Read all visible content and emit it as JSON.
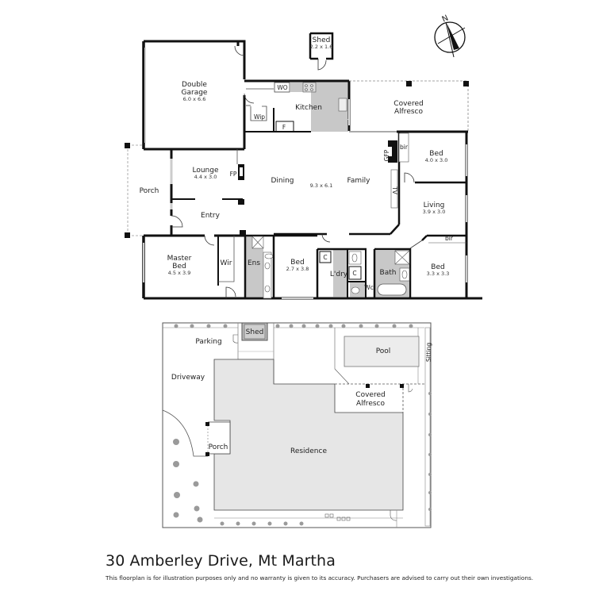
{
  "property": {
    "title": "30 Amberley Drive, Mt Martha",
    "disclaimer": "This floorplan is for illustration purposes only and no warranty is given to its accuracy. Purchasers are advised to carry out their own investigations."
  },
  "compass": {
    "label": "N",
    "icon": "north-arrow-icon"
  },
  "floorplan": {
    "rooms": [
      {
        "id": "double-garage",
        "name_line1": "Double",
        "name_line2": "Garage",
        "dims": "6.0 x 6.6"
      },
      {
        "id": "shed",
        "name": "Shed",
        "dims": "2.2 x 1.6"
      },
      {
        "id": "kitchen",
        "name": "Kitchen"
      },
      {
        "id": "wo",
        "name": "WO"
      },
      {
        "id": "wip",
        "name": "Wip"
      },
      {
        "id": "fridge",
        "name": "F"
      },
      {
        "id": "covered-alfresco",
        "name_line1": "Covered",
        "name_line2": "Alfresco"
      },
      {
        "id": "lounge",
        "name": "Lounge",
        "dims": "4.4 x 3.0"
      },
      {
        "id": "fp",
        "name": "FP"
      },
      {
        "id": "porch",
        "name": "Porch"
      },
      {
        "id": "entry",
        "name": "Entry"
      },
      {
        "id": "dining",
        "name": "Dining"
      },
      {
        "id": "dining-family-dims",
        "dims": "9.3 x 6.1"
      },
      {
        "id": "family",
        "name": "Family"
      },
      {
        "id": "gfp",
        "name": "GFP"
      },
      {
        "id": "tv",
        "name": "TV"
      },
      {
        "id": "bir-1",
        "name": "bir"
      },
      {
        "id": "bed-1",
        "name": "Bed",
        "dims": "4.0 x 3.0"
      },
      {
        "id": "living",
        "name": "Living",
        "dims": "3.9 x 3.0"
      },
      {
        "id": "bir-2",
        "name": "bir"
      },
      {
        "id": "bed-2",
        "name": "Bed",
        "dims": "3.3 x 3.3"
      },
      {
        "id": "master-bed",
        "name_line1": "Master",
        "name_line2": "Bed",
        "dims": "4.5 x 3.9"
      },
      {
        "id": "wir",
        "name": "Wir"
      },
      {
        "id": "ens",
        "name": "Ens"
      },
      {
        "id": "bed-3",
        "name": "Bed",
        "dims": "2.7 x 3.8"
      },
      {
        "id": "ldry",
        "name": "L'dry"
      },
      {
        "id": "c-1",
        "name": "C"
      },
      {
        "id": "c-2",
        "name": "C"
      },
      {
        "id": "wc",
        "name": "Wc"
      },
      {
        "id": "bath",
        "name": "Bath"
      }
    ]
  },
  "siteplan": {
    "areas": [
      {
        "id": "shed",
        "name": "Shed"
      },
      {
        "id": "parking",
        "name": "Parking"
      },
      {
        "id": "driveway",
        "name": "Driveway"
      },
      {
        "id": "pool",
        "name": "Pool"
      },
      {
        "id": "sitting",
        "name": "Sitting"
      },
      {
        "id": "covered-alfresco",
        "name_line1": "Covered",
        "name_line2": "Alfresco"
      },
      {
        "id": "porch",
        "name": "Porch"
      },
      {
        "id": "residence",
        "name": "Residence"
      }
    ]
  },
  "colors": {
    "wall": "#111111",
    "wet_area": "#c8c8c8",
    "residence_fill": "#e6e6e6",
    "pool_fill": "#ececec",
    "tree": "#9a9a9a",
    "window": "#d8d8d8"
  }
}
